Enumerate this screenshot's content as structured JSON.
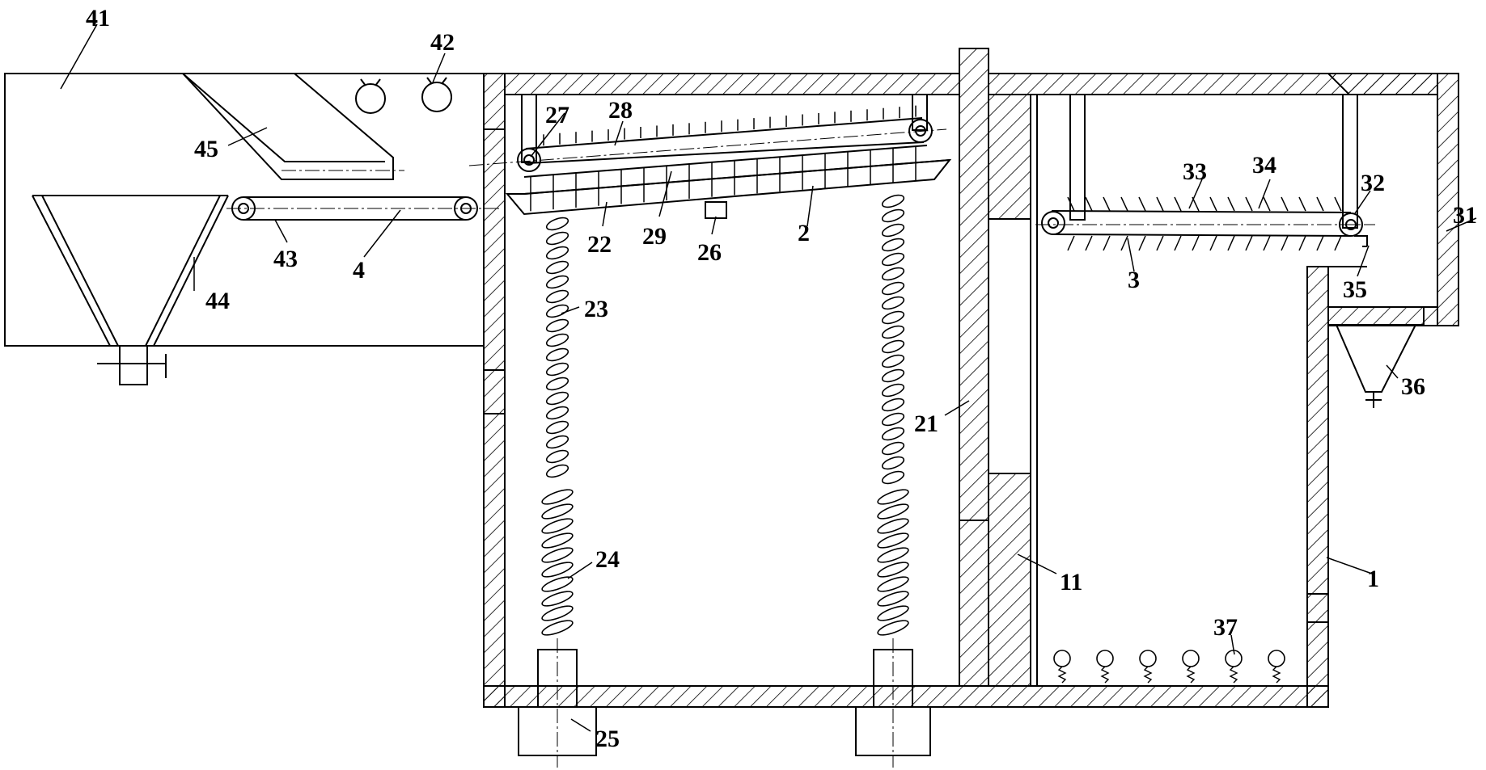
{
  "labels": {
    "l1": "1",
    "l2": "2",
    "l3": "3",
    "l4": "4",
    "l11": "11",
    "l21": "21",
    "l22": "22",
    "l23": "23",
    "l24": "24",
    "l25": "25",
    "l26": "26",
    "l27": "27",
    "l28": "28",
    "l29": "29",
    "l31": "31",
    "l32": "32",
    "l33": "33",
    "l34": "34",
    "l35": "35",
    "l36": "36",
    "l37": "37",
    "l41": "41",
    "l42": "42",
    "l43": "43",
    "l44": "44",
    "l45": "45"
  },
  "colors": {
    "line": "#000000",
    "background": "#ffffff"
  }
}
